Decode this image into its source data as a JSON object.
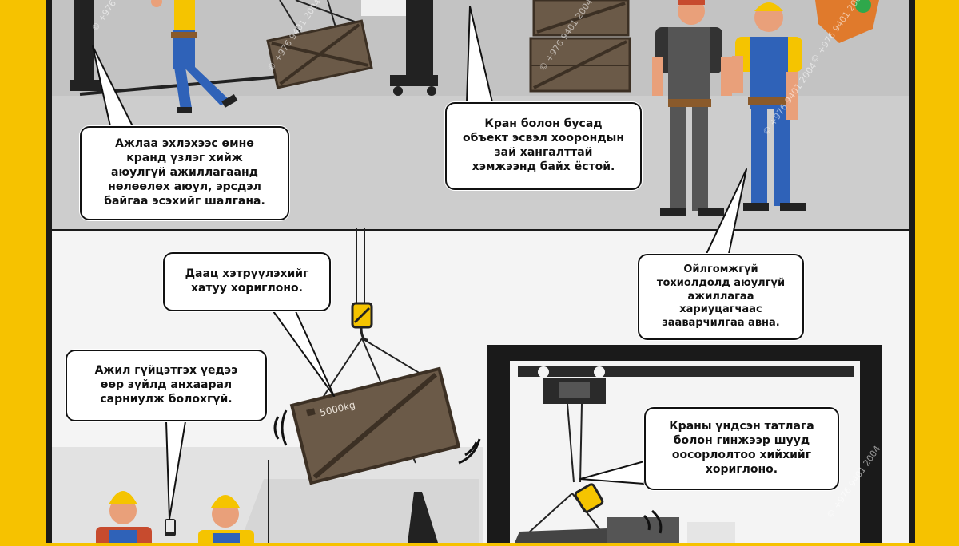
{
  "bubbles": {
    "inspect": "Ажлаа эхлэхээс өмнө\nкранд үзлэг хийж\nаюулгүй ажиллагаанд\nнөлөөлөх аюул, эрсдэл\nбайгаа эсэхийг шалгана.",
    "distance": "Кран болон бусад\nобъект эсвэл хоорондын\nзай хангалттай\nхэмжээнд байх ёстой.",
    "instruction": "Ойлгомжгүй\nтохиолдолд аюулгүй\nажиллагаа\nхариуцагчаас\nзааварчилгаа авна.",
    "overload": "Даац хэтрүүлэхийг\nхатуу хориглоно.",
    "distraction": "Ажил гүйцэтгэх үедээ\nөөр зүйлд анхаарал\nсарниулж болохгүй.",
    "hoist": "Краны үндсэн татлага\nболон гинжээр шууд\nоосорлолтоо хийхийг\nхориглоно."
  },
  "crate_label": "5000kg",
  "watermark": "© +976 9401 2004",
  "colors": {
    "frame": "#f6c200",
    "gray_panel": "#bdbdbd",
    "gray_floor": "#c7c7c7",
    "white_panel": "#f3f3f3",
    "crate": "#6b5a48",
    "overall_blue": "#2f62b8",
    "hard_hat": "#f5c400"
  }
}
